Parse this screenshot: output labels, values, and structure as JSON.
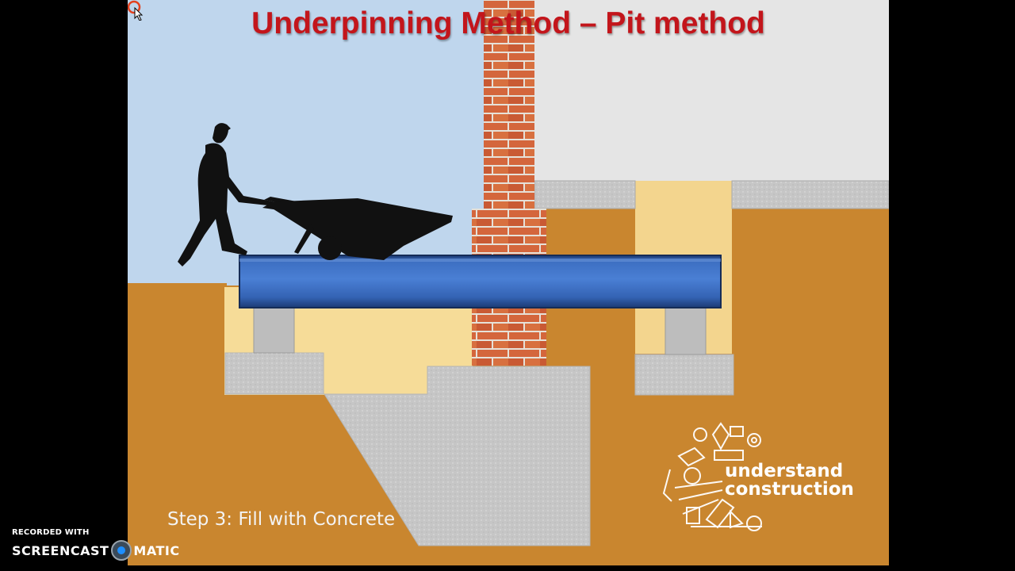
{
  "slide": {
    "title": "Underpinning Method – Pit method",
    "step_caption": "Step 3: Fill with Concrete"
  },
  "logo": {
    "line1": "understand",
    "line2": "construction",
    "icon": "construction-tools-icon"
  },
  "recorder": {
    "recorded_with": "RECORDED WITH",
    "brand_left": "SCREENCAST",
    "brand_right": "MATIC",
    "icon": "screencast-o-matic-logo-icon"
  },
  "colors": {
    "title": "#c3151b",
    "sky": "#bfd6ed",
    "wall": "#e4e4e4",
    "soil": "#c9862f",
    "pit_fill": "#f7dd9c",
    "beam": "#3c6fc4",
    "brick": "#d4663c",
    "concrete": "#c7c7c7"
  }
}
